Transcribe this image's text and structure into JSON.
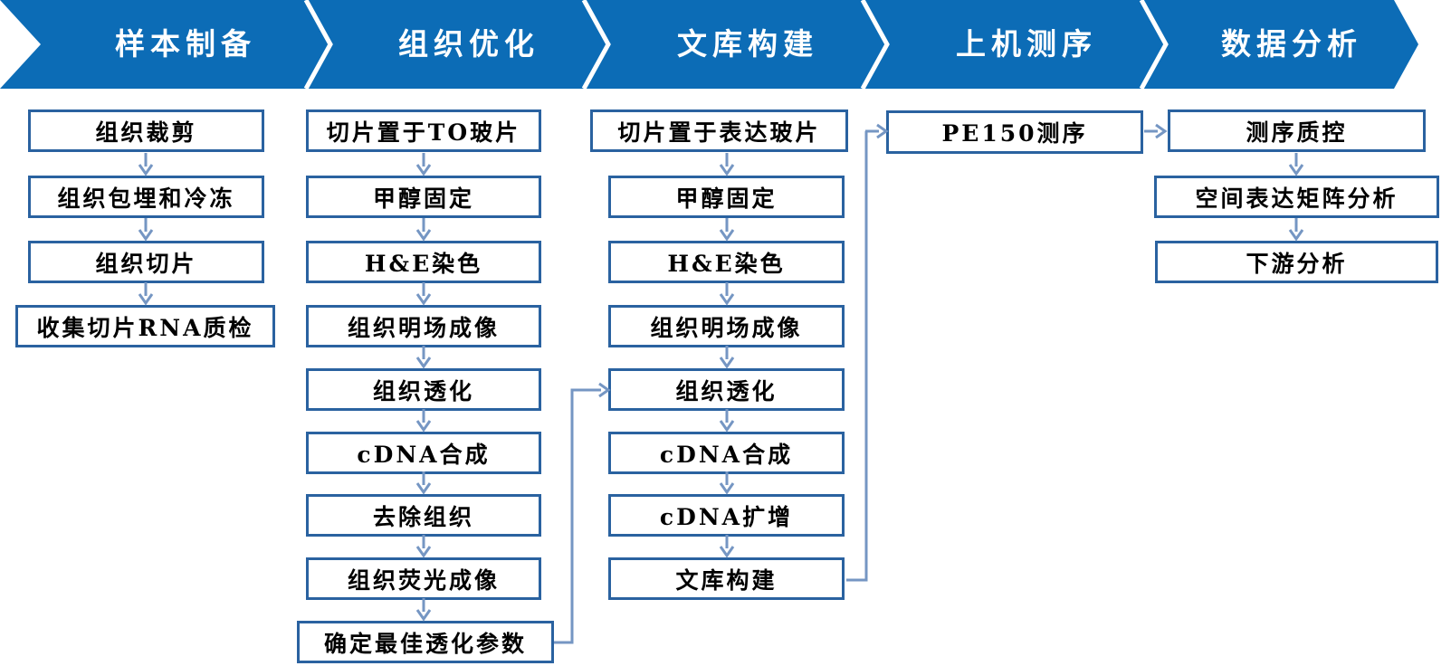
{
  "banner": {
    "phases": [
      "样本制备",
      "组织优化",
      "文库构建",
      "上机测序",
      "数据分析"
    ]
  },
  "columns": [
    {
      "phase": "样本制备",
      "steps": [
        "组织裁剪",
        "组织包埋和冷冻",
        "组织切片",
        "收集切片RNA质检"
      ]
    },
    {
      "phase": "组织优化",
      "steps": [
        "切片置于TO玻片",
        "甲醇固定",
        "H&E染色",
        "组织明场成像",
        "组织透化",
        "cDNA合成",
        "去除组织",
        "组织荧光成像",
        "确定最佳透化参数"
      ]
    },
    {
      "phase": "文库构建",
      "steps": [
        "切片置于表达玻片",
        "甲醇固定",
        "H&E染色",
        "组织明场成像",
        "组织透化",
        "cDNA合成",
        "cDNA扩增",
        "文库构建"
      ]
    },
    {
      "phase": "上机测序",
      "steps": [
        "PE150测序"
      ]
    },
    {
      "phase": "数据分析",
      "steps": [
        "测序质控",
        "空间表达矩阵分析",
        "下游分析"
      ]
    }
  ],
  "connectors": [
    {
      "from": "确定最佳透化参数",
      "to": "组织透化(文库构建列)"
    },
    {
      "from": "文库构建",
      "to": "PE150测序"
    },
    {
      "from": "PE150测序",
      "to": "测序质控"
    }
  ],
  "colors": {
    "banner_blue": "#0c6cb6",
    "box_border": "#2a62a0",
    "arrow_blue": "#7596c3",
    "text": "#000000",
    "banner_text": "#ffffff"
  }
}
